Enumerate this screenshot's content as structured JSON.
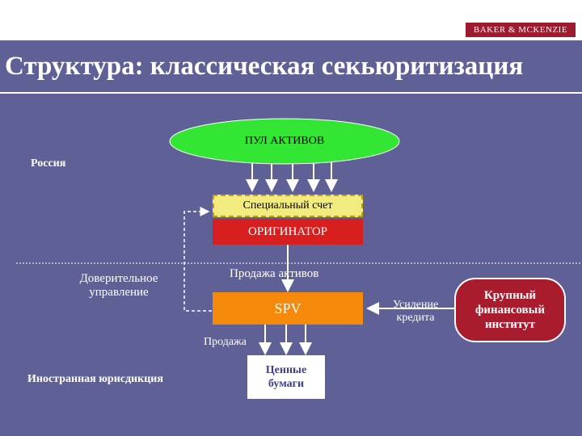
{
  "header": {
    "logo_text": "BAKER & MCKENZIE",
    "title": "Структура: классическая секьюритизация"
  },
  "diagram": {
    "pool": "ПУЛ АКТИВОВ",
    "region_russia": "Россия",
    "special_account": "Специальный счет",
    "originator": "ОРИГИНАТОР",
    "trust_management": "Доверительное\nуправление",
    "asset_sale": "Продажа активов",
    "spv": "SPV",
    "credit_enhancement": "Усиление\nкредита",
    "financial_institution": "Крупный\nфинансовый\nинститут",
    "sale": "Продажа",
    "foreign_jurisdiction": "Иностранная юрисдикция",
    "securities": "Ценные\nбумаги"
  },
  "colors": {
    "background": "#5f6096",
    "pool": "#33e633",
    "special_account": "#f2ec80",
    "originator": "#d71f1f",
    "spv": "#f5890a",
    "securities": "#ffffff",
    "financial_institution": "#a81c2e",
    "logo": "#9c1b2e"
  }
}
